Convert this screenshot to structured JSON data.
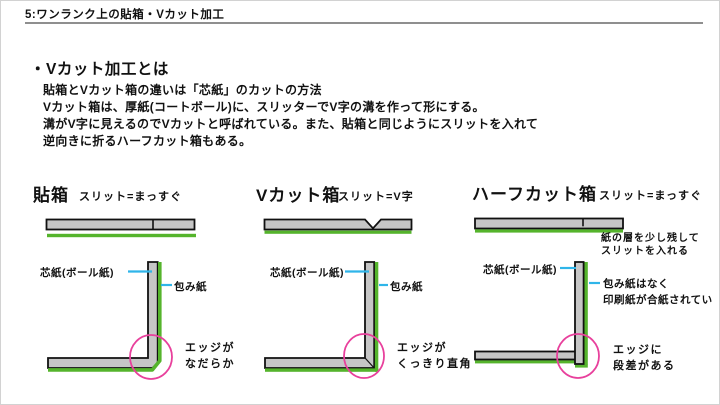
{
  "header": {
    "label": "5:ワンランク上の貼箱・Vカット加工"
  },
  "title": "・Vカット加工とは",
  "body": {
    "lines": [
      "貼箱とVカット箱の違いは「芯紙」のカットの方法",
      "Vカット箱は、厚紙(コートボール)に、スリッターでV字の溝を作って形にする。",
      "溝がV字に見えるのでVカットと呼ばれている。また、貼箱と同じようにスリットを入れて",
      "逆向きに折るハーフカット箱もある。"
    ]
  },
  "diagrams": {
    "haribako": {
      "heading": "貼箱",
      "slit_note": "スリット=まっすぐ",
      "core_label": "芯紙(ボール紙)",
      "wrap_label": "包み紙",
      "edge_line1": "エッジが",
      "edge_line2": "なだらか"
    },
    "vcut": {
      "heading": "Vカット箱",
      "slit_note": "スリット=V字",
      "core_label": "芯紙(ボール紙)",
      "wrap_label": "包み紙",
      "edge_line1": "エッジが",
      "edge_line2": "くっきり直角"
    },
    "halfcut": {
      "heading": "ハーフカット箱",
      "slit_note": "スリット=まっすぐ",
      "core_label": "芯紙(ボール紙)",
      "wrap_line1": "包み紙はなく",
      "wrap_line2": "印刷紙が合紙されてい",
      "slit_annot_line1": "紙の層を少し残して",
      "slit_annot_line2": "スリットを入れる",
      "edge_line1": "エッジに",
      "edge_line2": "段差がある"
    }
  },
  "colors": {
    "board_gray": "#c6c6c6",
    "wrap_green": "#55b42c",
    "pointer_cyan": "#2fb5e9",
    "highlight_pink": "#e8409c",
    "outline_black": "#111111",
    "header_rule_gray": "#8f8f8f"
  }
}
